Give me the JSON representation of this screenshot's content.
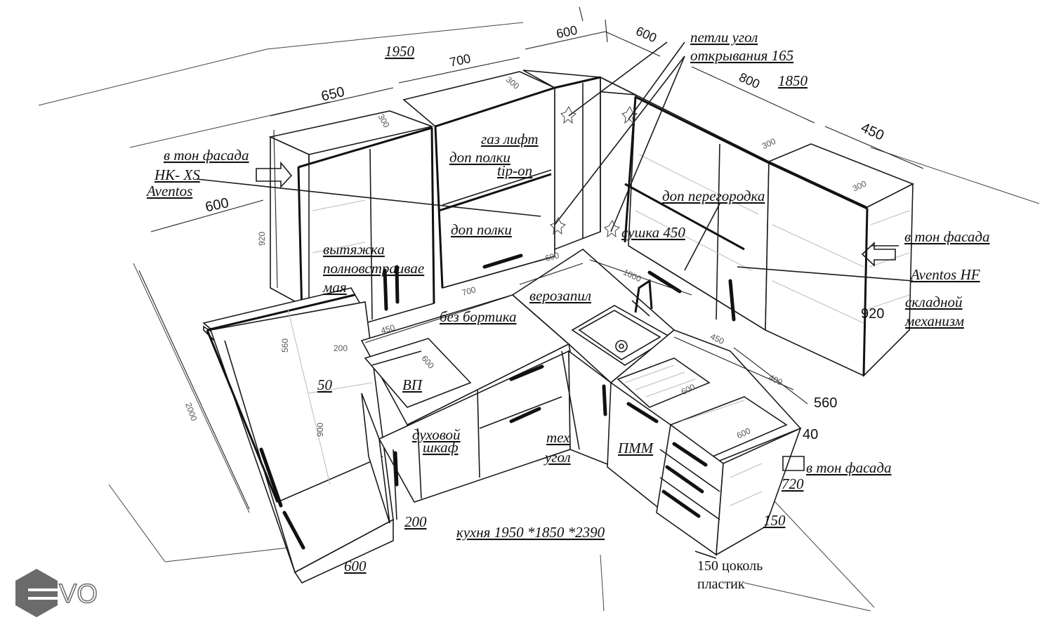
{
  "title": "кухня 1950 *1850 *2390",
  "annotations": {
    "petli_1": "петли угол",
    "petli_2": "открывания 165",
    "v_ton_fasada_left": "в тон фасада",
    "hk_xs": "HK-  XS",
    "aventos_left": "Aventos",
    "gaz_lift": "газ лифт",
    "dop_polki_top": "доп полки",
    "tip_on": "tip-on",
    "dop_polki_mid": "доп полки",
    "dop_peregorodka": "доп перегородка",
    "sushka": "сушка 450",
    "v_ton_fasada_right": "в тон фасада",
    "aventos_hf": "Aventos HF",
    "skladnoy": "складной",
    "mekhanizm": "механизм",
    "vytyazhka_1": "вытяжка",
    "vytyazhka_2": "полновстраивае",
    "vytyazhka_3": "мая",
    "verozapil": "верозапил",
    "bez_bortika": "без бортика",
    "vp": "ВП",
    "dukhovoy_1": "духовой",
    "dukhovoy_2": "шкаф",
    "tekh_1": "тех",
    "tekh_2": "угол",
    "pmm": "ПММ",
    "v_ton_fasada_bottom": "в тон фасада",
    "tsokol_1": "150 цоколь",
    "tsokol_2": "пластик"
  },
  "dimensions": {
    "d1950": "1950",
    "d700_top": "700",
    "d600_top_a": "600",
    "d600_top_b": "600",
    "d800": "800",
    "d1850": "1850",
    "d650": "650",
    "d450_top": "450",
    "d300_a": "300",
    "d300_b": "300",
    "d300_c": "300",
    "d300_d": "300",
    "d600_left": "600",
    "d920_left": "920",
    "d920_right": "920",
    "d2000": "2000",
    "d560_fridge": "560",
    "d200_fridge": "200",
    "d900_fridge": "900",
    "d50": "50",
    "d200": "200",
    "d600_bottom": "600",
    "d450_counter": "450",
    "d700_counter": "700",
    "d600_counter": "600",
    "d1000": "1000",
    "d600_hob": "600",
    "d450_right": "450",
    "d400": "400",
    "d600_right_a": "600",
    "d600_right_b": "600",
    "d560": "560",
    "d40": "40",
    "d720": "720",
    "d150": "150"
  },
  "logo": "VO"
}
